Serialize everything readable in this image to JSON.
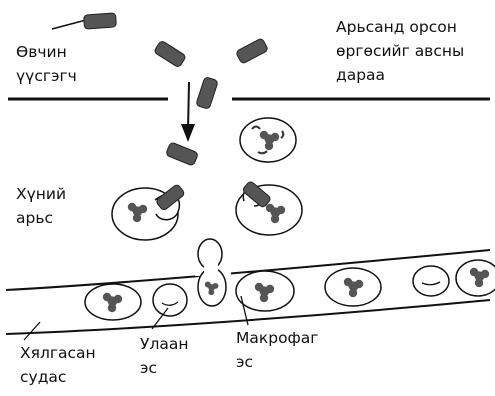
{
  "labels": {
    "pathogen": [
      "Өвчин",
      "үүсгэгч"
    ],
    "after_cut": [
      "Арьсанд орсон",
      "өргөсийг авсны",
      "дараа"
    ],
    "skin": [
      "Хүний",
      "арьс"
    ],
    "damaged_vessel": [
      "Хялгасан",
      "судас"
    ],
    "red_cell": [
      "Улаан",
      "эс"
    ],
    "macrophage": [
      "Макрофаг",
      "эс"
    ]
  },
  "colors": {
    "ink": "#111111",
    "bacteria": "#555555",
    "nucleus": "#555555",
    "cell_fill": "#ffffff"
  }
}
